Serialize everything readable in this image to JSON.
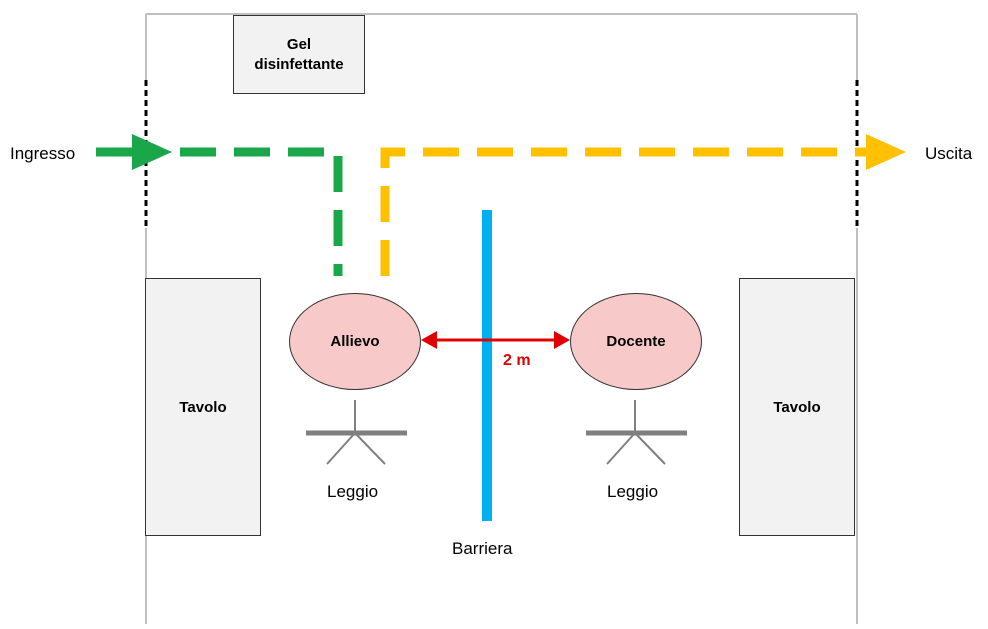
{
  "labels": {
    "gel_line1": "Gel",
    "gel_line2": "disinfettante",
    "ingresso": "Ingresso",
    "uscita": "Uscita",
    "tavolo_left": "Tavolo",
    "tavolo_right": "Tavolo",
    "allievo": "Allievo",
    "docente": "Docente",
    "distance": "2 m",
    "leggio_left": "Leggio",
    "leggio_right": "Leggio",
    "barriera": "Barriera"
  },
  "colors": {
    "entry_path": "#1aa74a",
    "exit_path": "#ffc000",
    "barrier": "#00b0f0",
    "distance_arrow": "#e00000",
    "person_fill": "#f8c9c9",
    "furniture_fill": "#f2f2f2",
    "wall": "#bfbfbf",
    "lectern": "#7f7f7f"
  }
}
